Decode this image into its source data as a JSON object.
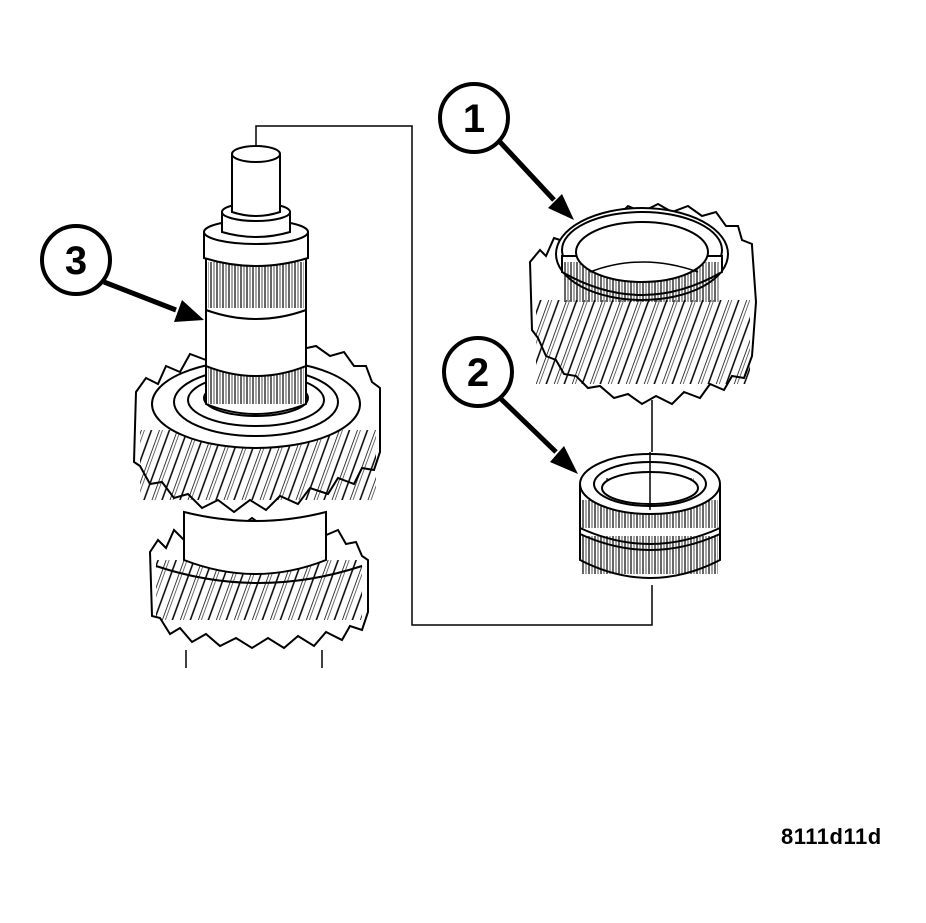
{
  "diagram": {
    "callouts": [
      {
        "id": "1",
        "label": "1",
        "part": "gear"
      },
      {
        "id": "2",
        "label": "2",
        "part": "needle-bearing"
      },
      {
        "id": "3",
        "label": "3",
        "part": "shaft"
      }
    ],
    "figure_code": "8111d11d"
  },
  "colors": {
    "line": "#000000",
    "fill": "#ffffff"
  }
}
